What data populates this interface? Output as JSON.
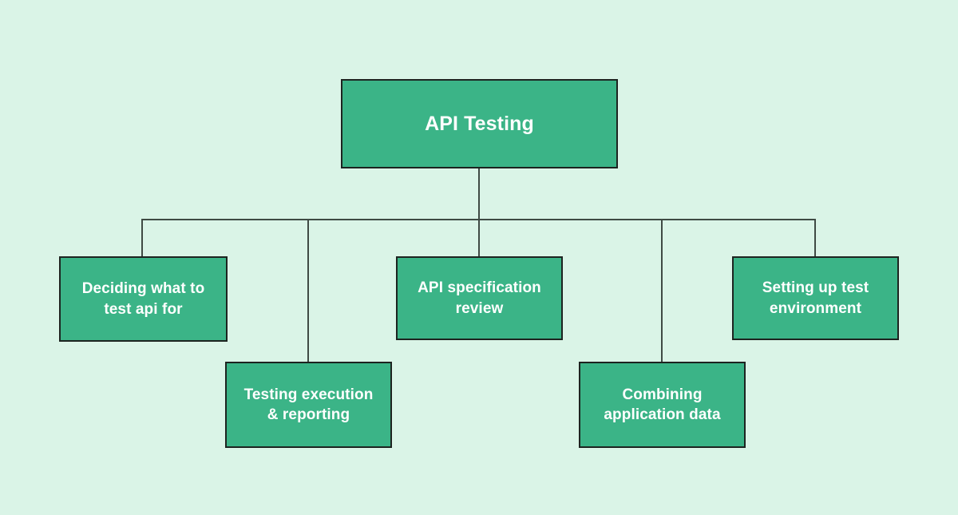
{
  "diagram": {
    "type": "tree-hierarchy",
    "title": "API Testing",
    "background_color": "#daf4e7",
    "node_fill_color": "#3bb487",
    "node_border_color": "#1d2320",
    "node_text_color": "#ffffff",
    "connector_color": "#3f4a44",
    "root": {
      "label": "API Testing"
    },
    "children": [
      {
        "label": "Deciding what to\ntest api for"
      },
      {
        "label": "Testing execution\n& reporting"
      },
      {
        "label": "API specification\nreview"
      },
      {
        "label": "Combining\napplication data"
      },
      {
        "label": "Setting up test\nenvironment"
      }
    ]
  }
}
